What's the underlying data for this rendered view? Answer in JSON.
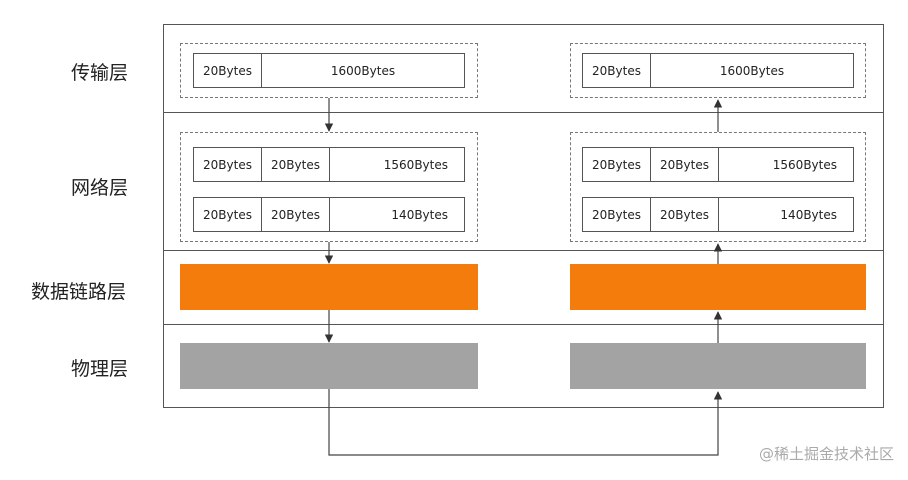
{
  "layers": {
    "transport": "传输层",
    "network": "网络层",
    "datalink": "数据链路层",
    "physical": "物理层"
  },
  "left": {
    "transport": {
      "header": "20Bytes",
      "payload": "1600Bytes"
    },
    "network": [
      {
        "ip": "20Bytes",
        "tcp": "20Bytes",
        "payload": "1560Bytes"
      },
      {
        "ip": "20Bytes",
        "tcp": "20Bytes",
        "payload": "140Bytes"
      }
    ]
  },
  "right": {
    "transport": {
      "header": "20Bytes",
      "payload": "1600Bytes"
    },
    "network": [
      {
        "ip": "20Bytes",
        "tcp": "20Bytes",
        "payload": "1560Bytes"
      },
      {
        "ip": "20Bytes",
        "tcp": "20Bytes",
        "payload": "140Bytes"
      }
    ]
  },
  "colors": {
    "datalink": "#F47C0C",
    "physical": "#A3A3A3",
    "line": "#555555"
  },
  "watermark": "@稀土掘金技术社区"
}
